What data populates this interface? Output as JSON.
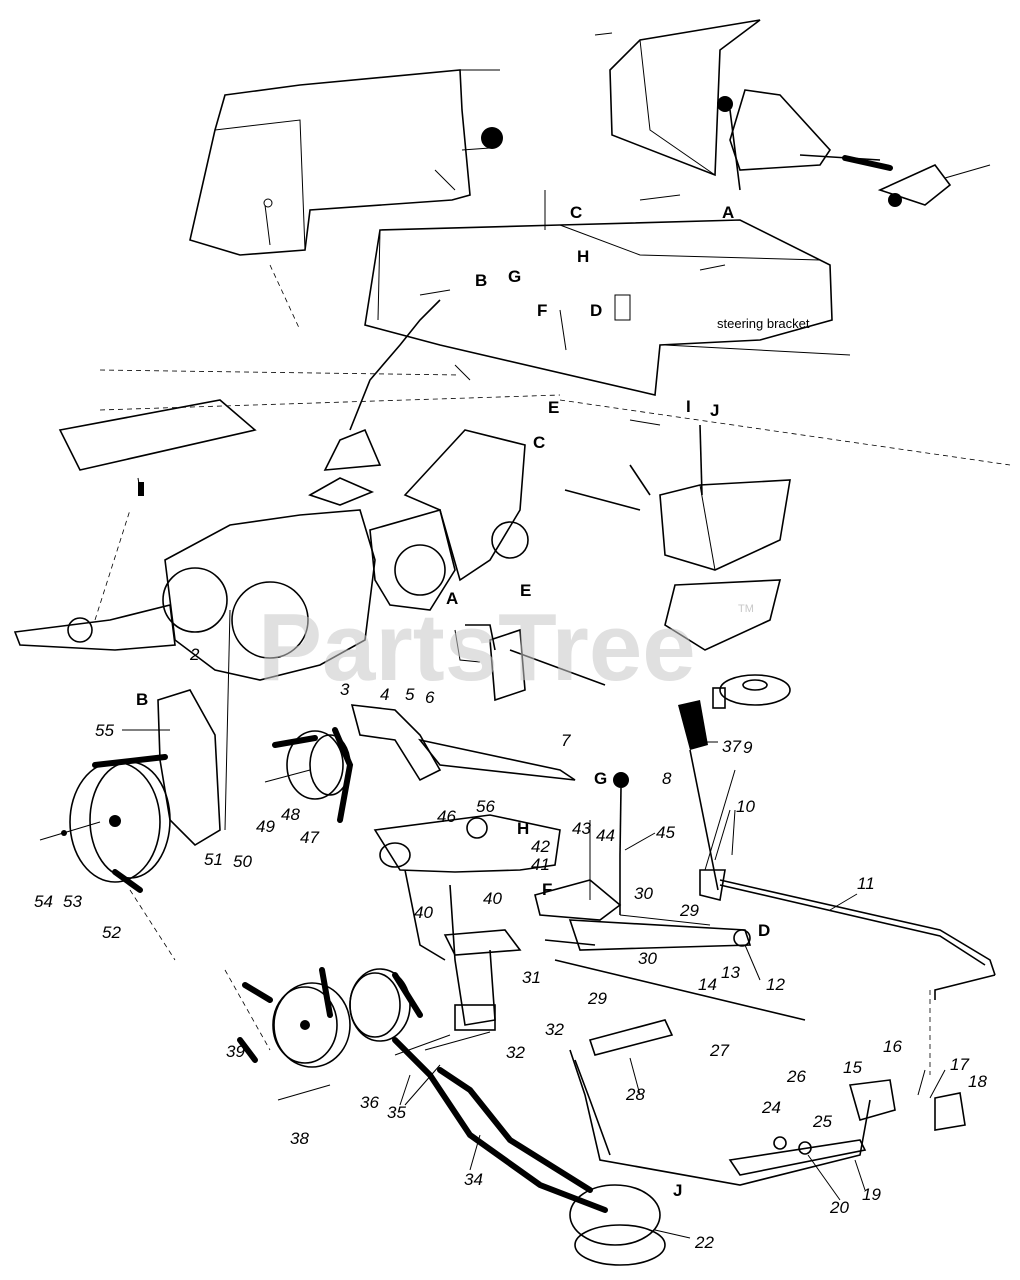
{
  "watermark": {
    "text": "PartsTree",
    "tm": "TM"
  },
  "note": "steering bracket",
  "letters": [
    "A",
    "B",
    "C",
    "D",
    "E",
    "F",
    "G",
    "H",
    "I",
    "J"
  ],
  "callouts": [
    "2",
    "3",
    "4",
    "5",
    "6",
    "7",
    "8",
    "9",
    "10",
    "11",
    "12",
    "13",
    "14",
    "15",
    "16",
    "17",
    "18",
    "19",
    "20",
    "22",
    "24",
    "25",
    "26",
    "27",
    "28",
    "29",
    "30",
    "31",
    "32",
    "34",
    "35",
    "36",
    "37",
    "38",
    "39",
    "40",
    "41",
    "42",
    "43",
    "44",
    "45",
    "46",
    "47",
    "48",
    "49",
    "50",
    "51",
    "52",
    "53",
    "54",
    "55",
    "56"
  ]
}
